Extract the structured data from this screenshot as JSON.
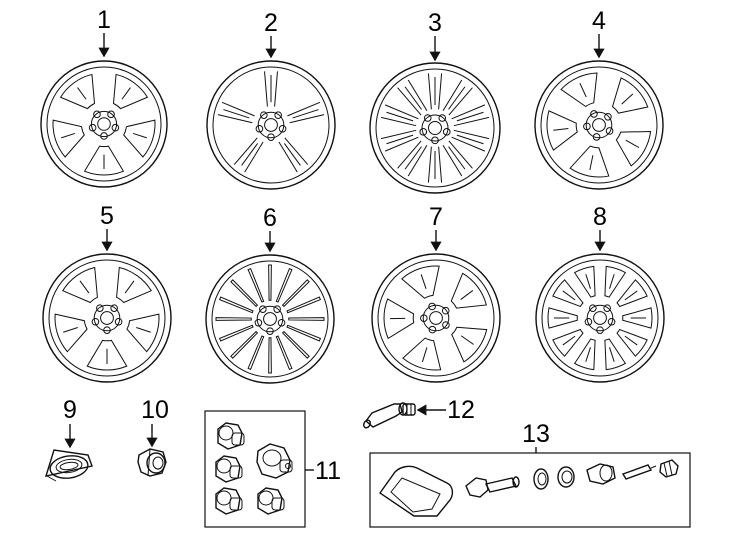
{
  "callouts": [
    {
      "number": "1",
      "part": "wheel"
    },
    {
      "number": "2",
      "part": "wheel"
    },
    {
      "number": "3",
      "part": "wheel"
    },
    {
      "number": "4",
      "part": "wheel"
    },
    {
      "number": "5",
      "part": "wheel"
    },
    {
      "number": "6",
      "part": "wheel"
    },
    {
      "number": "7",
      "part": "wheel"
    },
    {
      "number": "8",
      "part": "wheel"
    },
    {
      "number": "9",
      "part": "center-cap"
    },
    {
      "number": "10",
      "part": "lug-nut"
    },
    {
      "number": "11",
      "part": "locking-lug-nut-kit"
    },
    {
      "number": "12",
      "part": "valve-stem"
    },
    {
      "number": "13",
      "part": "tpms-sensor-kit"
    }
  ]
}
